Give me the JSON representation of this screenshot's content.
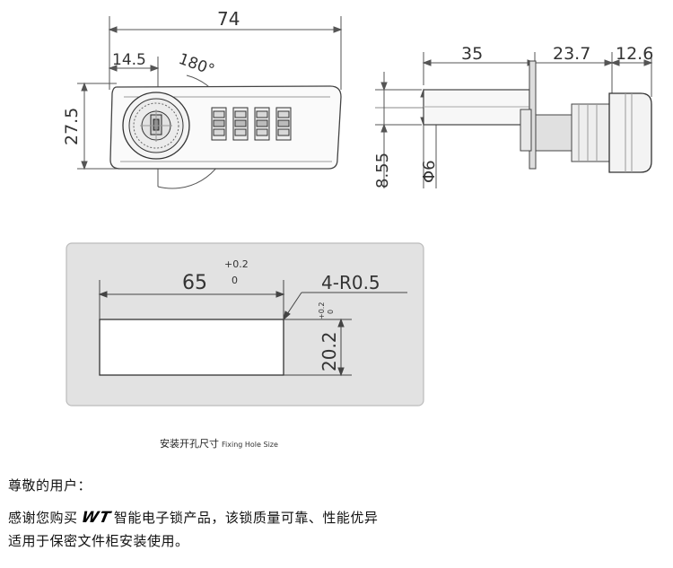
{
  "drawing": {
    "dim_overall_width": "74",
    "dim_key_offset": "14.5",
    "dim_rotation": "180°",
    "dim_height": "27.5",
    "dim_body_length": "35",
    "dim_cylinder_length": "23.7",
    "dim_head_length": "12.6",
    "dim_offset": "8.55",
    "dim_diameter": "Φ6"
  },
  "hole": {
    "width": "65",
    "width_tol_upper": "+0.2",
    "width_tol_lower": "0",
    "corner_radius": "4-R0.5",
    "height": "20.2",
    "height_tol_upper": "+0.2",
    "height_tol_lower": "0"
  },
  "caption": {
    "cn": "安装开孔尺寸",
    "en": "Fixing Hole Size"
  },
  "message": {
    "greeting": "尊敬的用户：",
    "line1_prefix": "感谢您购买",
    "brand": "WT",
    "line1_suffix": "智能电子锁产品，该锁质量可靠、性能优异",
    "line2": "适用于保密文件柜安装使用。"
  }
}
